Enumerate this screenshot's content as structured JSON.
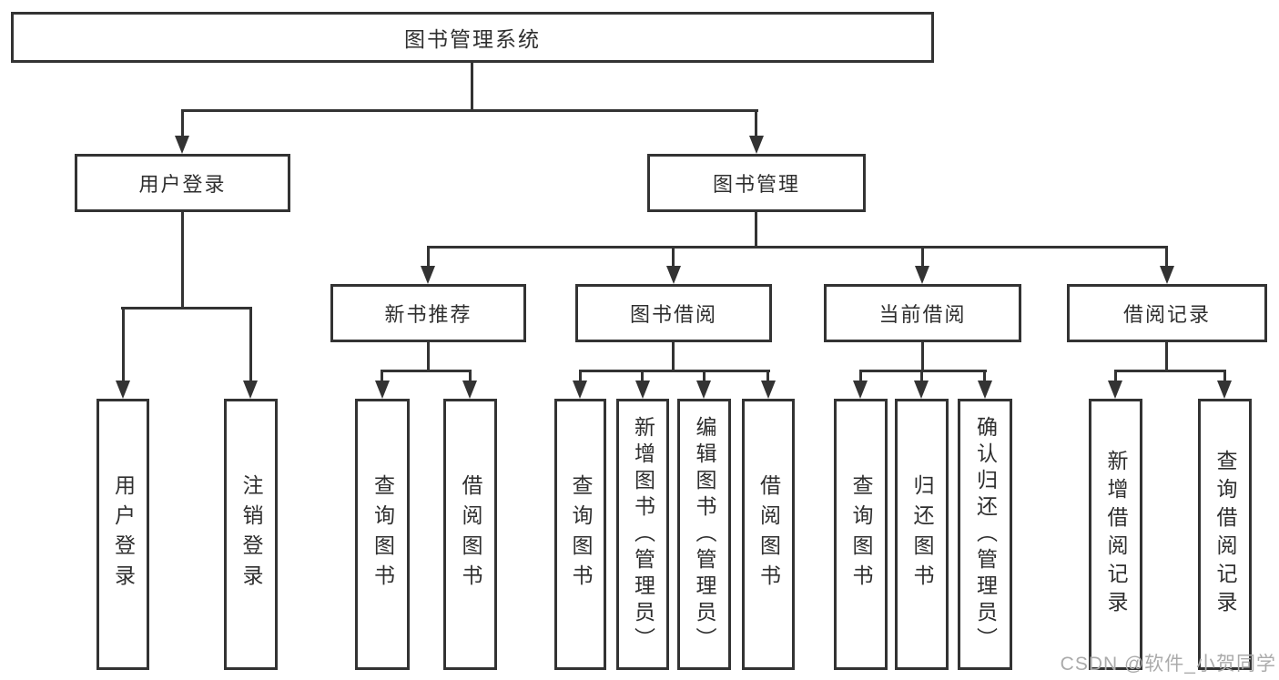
{
  "diagram_title": "图书管理系统",
  "colors": {
    "line": "#333333",
    "box_border": "#333333",
    "box_fill": "#ffffff",
    "text": "#2f2f2f",
    "watermark": "#ababab",
    "background": "#ffffff"
  },
  "tree": {
    "root": {
      "label": "图书管理系统",
      "children": [
        {
          "label": "用户登录",
          "children": [
            {
              "label": "用户登录"
            },
            {
              "label": "注销登录"
            }
          ]
        },
        {
          "label": "图书管理",
          "children": [
            {
              "label": "新书推荐",
              "children": [
                {
                  "label": "查询图书"
                },
                {
                  "label": "借阅图书"
                }
              ]
            },
            {
              "label": "图书借阅",
              "children": [
                {
                  "label": "查询图书"
                },
                {
                  "label": "新增图书（管理员）"
                },
                {
                  "label": "编辑图书（管理员）"
                },
                {
                  "label": "借阅图书"
                }
              ]
            },
            {
              "label": "当前借阅",
              "children": [
                {
                  "label": "查询图书"
                },
                {
                  "label": "归还图书"
                },
                {
                  "label": "确认归还（管理员）"
                }
              ]
            },
            {
              "label": "借阅记录",
              "children": [
                {
                  "label": "新增借阅记录"
                },
                {
                  "label": "查询借阅记录"
                }
              ]
            }
          ]
        }
      ]
    }
  },
  "watermark": {
    "text": "CSDN @软件_小贺同学"
  }
}
